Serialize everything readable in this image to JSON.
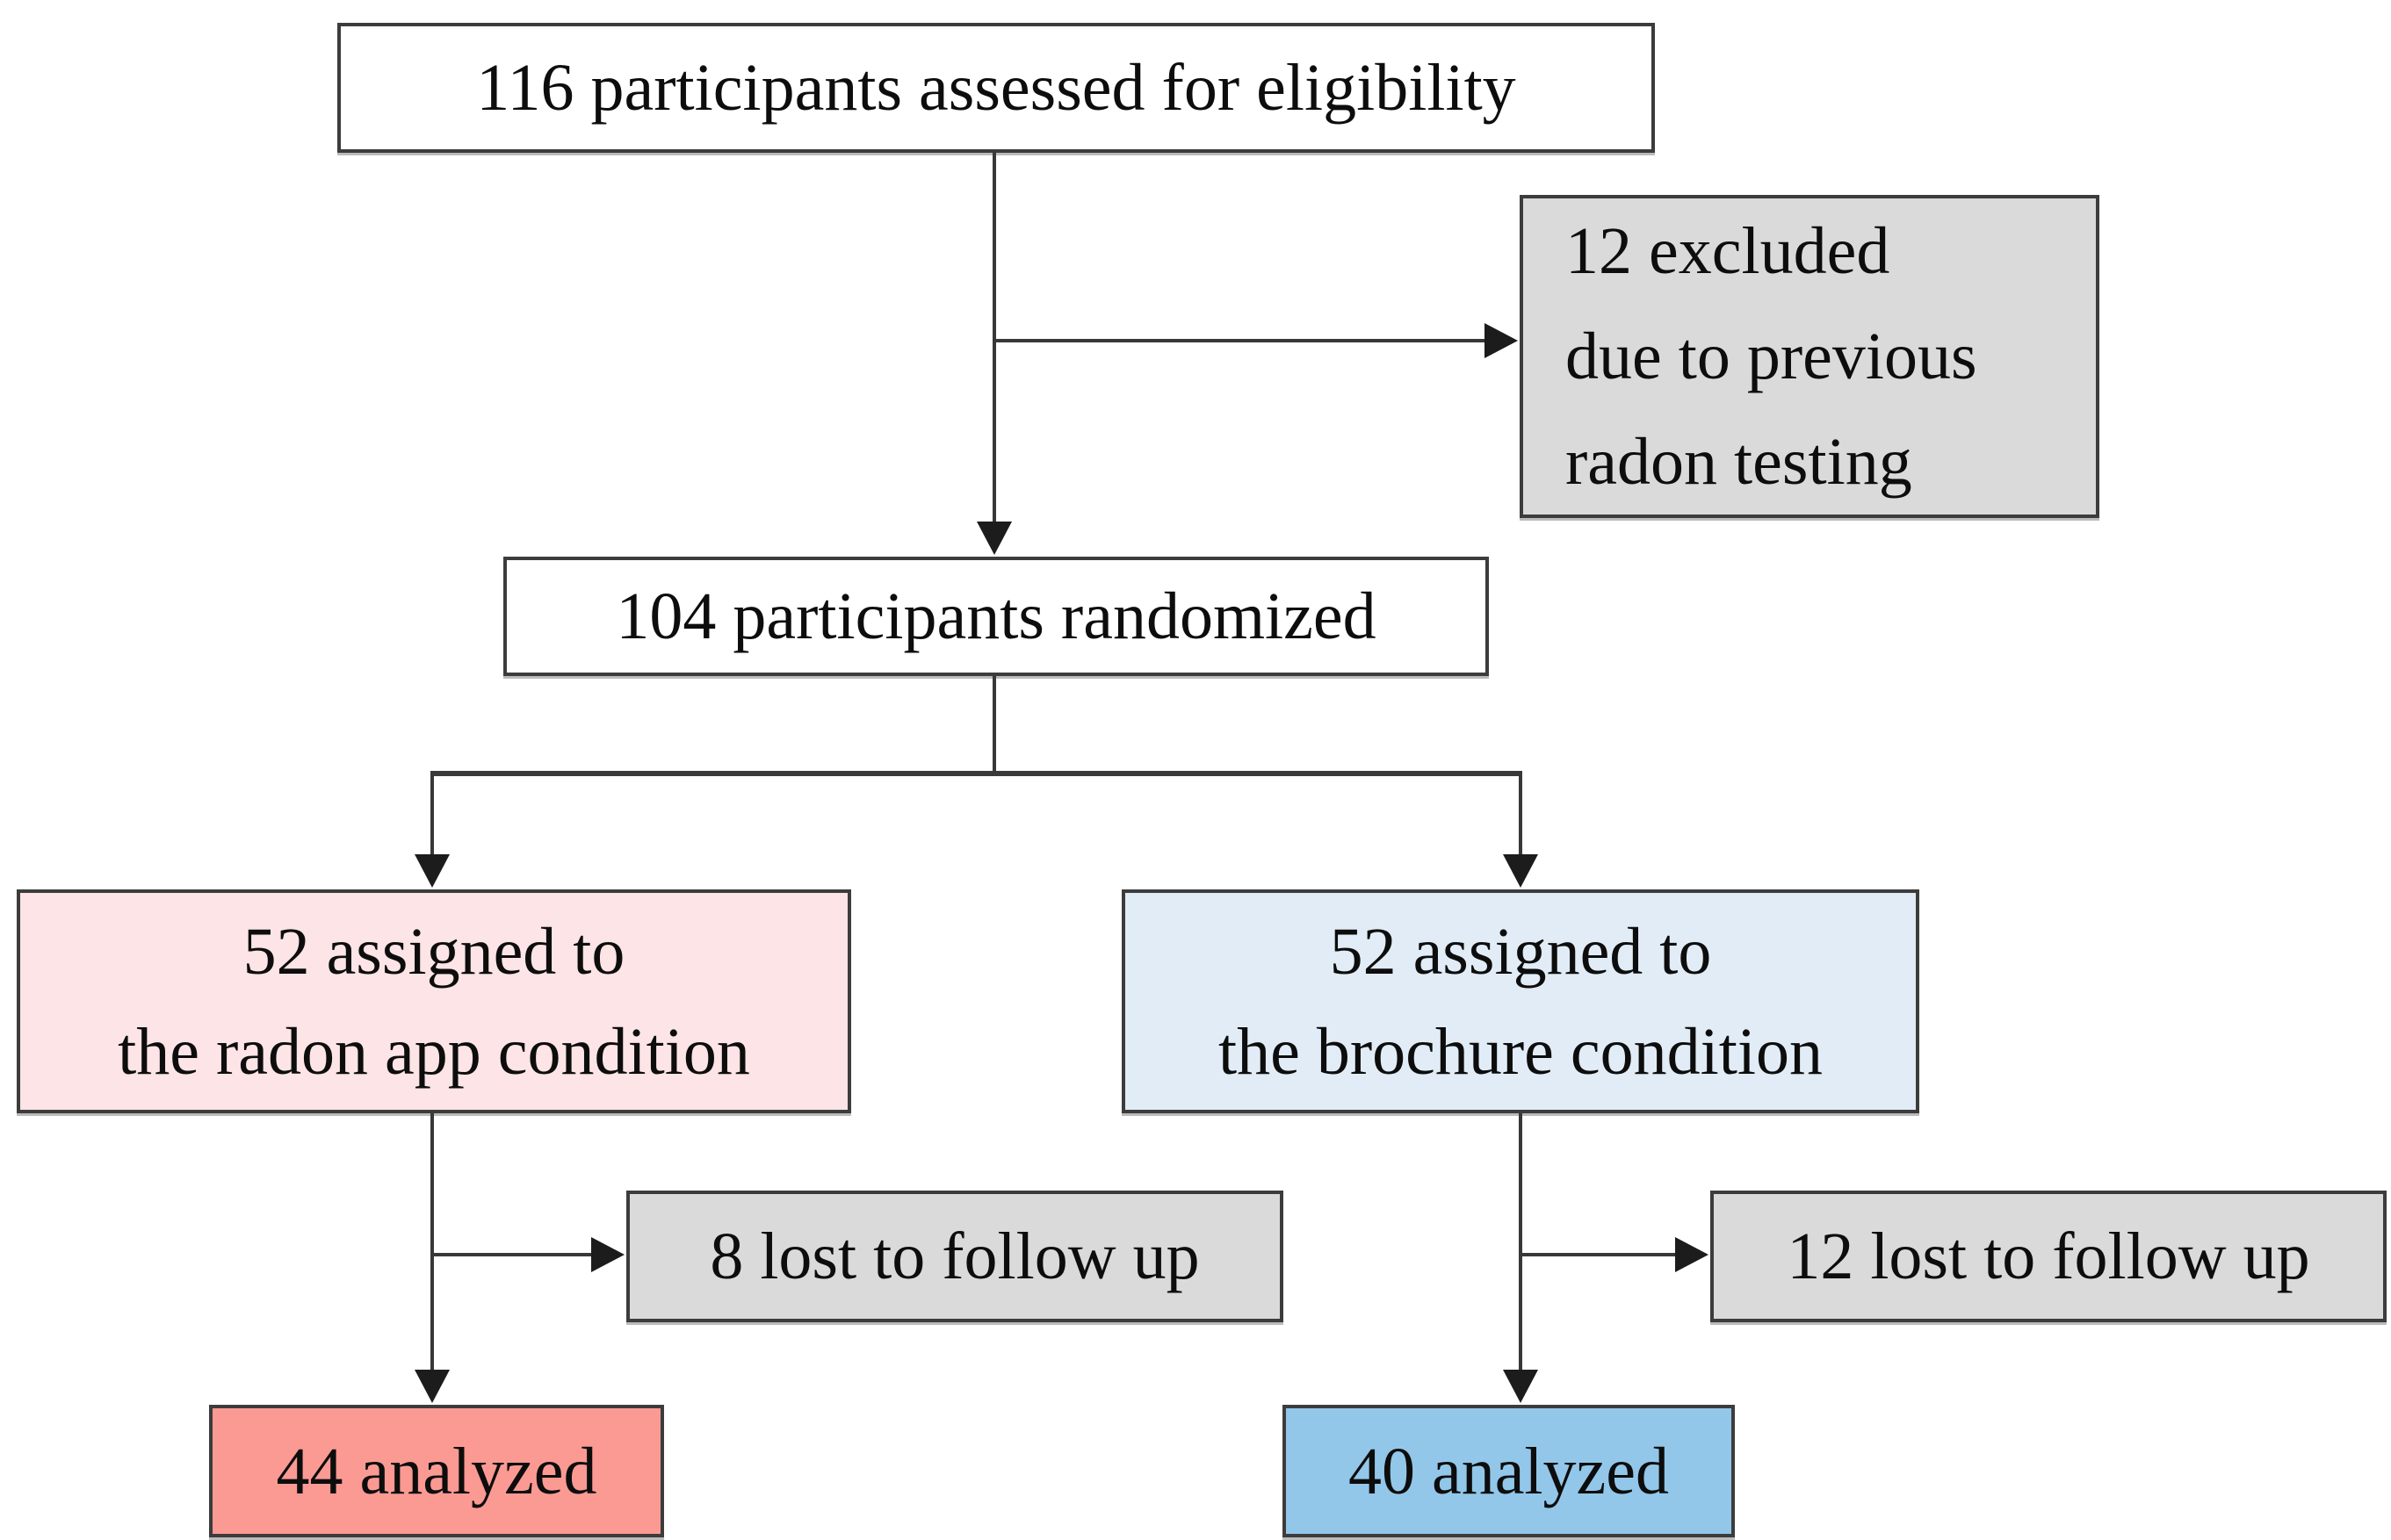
{
  "diagram": {
    "type": "flowchart",
    "background": "#ffffff",
    "line_color": "#383838",
    "border_color": "#3c3c3c",
    "text_color": "#0d0d0d",
    "nodes": {
      "eligibility": {
        "text": "116 participants assessed for eligibility",
        "fill": "#ffffff"
      },
      "excluded": {
        "lines": [
          "12 excluded",
          "due to previous",
          "radon testing"
        ],
        "fill": "#dadada"
      },
      "randomized": {
        "text": "104 participants randomized",
        "fill": "#ffffff"
      },
      "app_condition": {
        "lines": [
          "52 assigned to",
          "the radon app condition"
        ],
        "fill": "#fde4e6"
      },
      "brochure_condition": {
        "lines": [
          "52 assigned to",
          "the brochure condition"
        ],
        "fill": "#e1ecf6"
      },
      "app_lost": {
        "text": "8 lost to follow up",
        "fill": "#dadada"
      },
      "brochure_lost": {
        "text": "12 lost to follow up",
        "fill": "#dadada"
      },
      "app_analyzed": {
        "text": "44 analyzed",
        "fill": "#fb9a93"
      },
      "brochure_analyzed": {
        "text": "40 analyzed",
        "fill": "#92c7e9"
      }
    }
  }
}
